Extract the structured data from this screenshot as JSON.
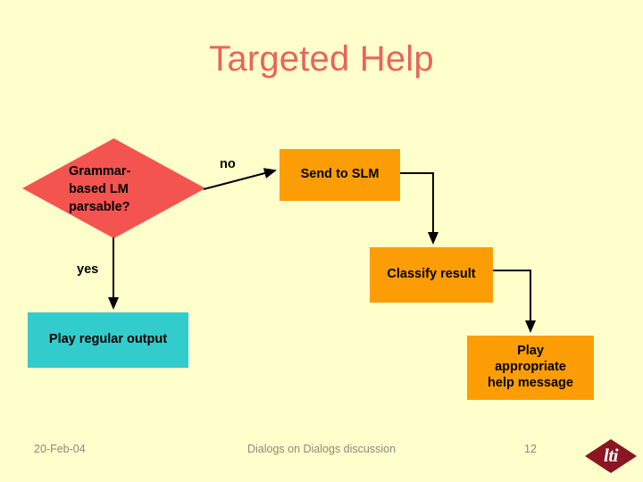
{
  "slide": {
    "title": "Targeted Help",
    "background_color": "#ffffcc",
    "title_color": "#e8645c"
  },
  "flowchart": {
    "decision": {
      "label": "Grammar-based LM parsable?",
      "line1": "Grammar-",
      "line2": "based LM",
      "line3": "parsable?",
      "color": "#f4544f",
      "shape": "diamond"
    },
    "nodes": [
      {
        "id": "send-slm",
        "label": "Send to SLM",
        "color": "#fc9d05",
        "shape": "rectangle"
      },
      {
        "id": "classify",
        "label": "Classify result",
        "color": "#fc9d05",
        "shape": "rectangle"
      },
      {
        "id": "help-message",
        "label": "Play appropriate help message",
        "line1": "Play",
        "line2": "appropriate",
        "line3": "help message",
        "color": "#fc9d05",
        "shape": "rectangle"
      },
      {
        "id": "play-regular",
        "label": "Play regular output",
        "color": "#33cccc",
        "shape": "rectangle"
      }
    ],
    "edge_labels": {
      "no": "no",
      "yes": "yes"
    },
    "connector_color": "#000000"
  },
  "footer": {
    "date": "20-Feb-04",
    "center": "Dialogs on Dialogs discussion",
    "page_number": "12",
    "logo_text": "lti",
    "logo_color": "#8b1520",
    "text_color": "#8a8a78"
  }
}
